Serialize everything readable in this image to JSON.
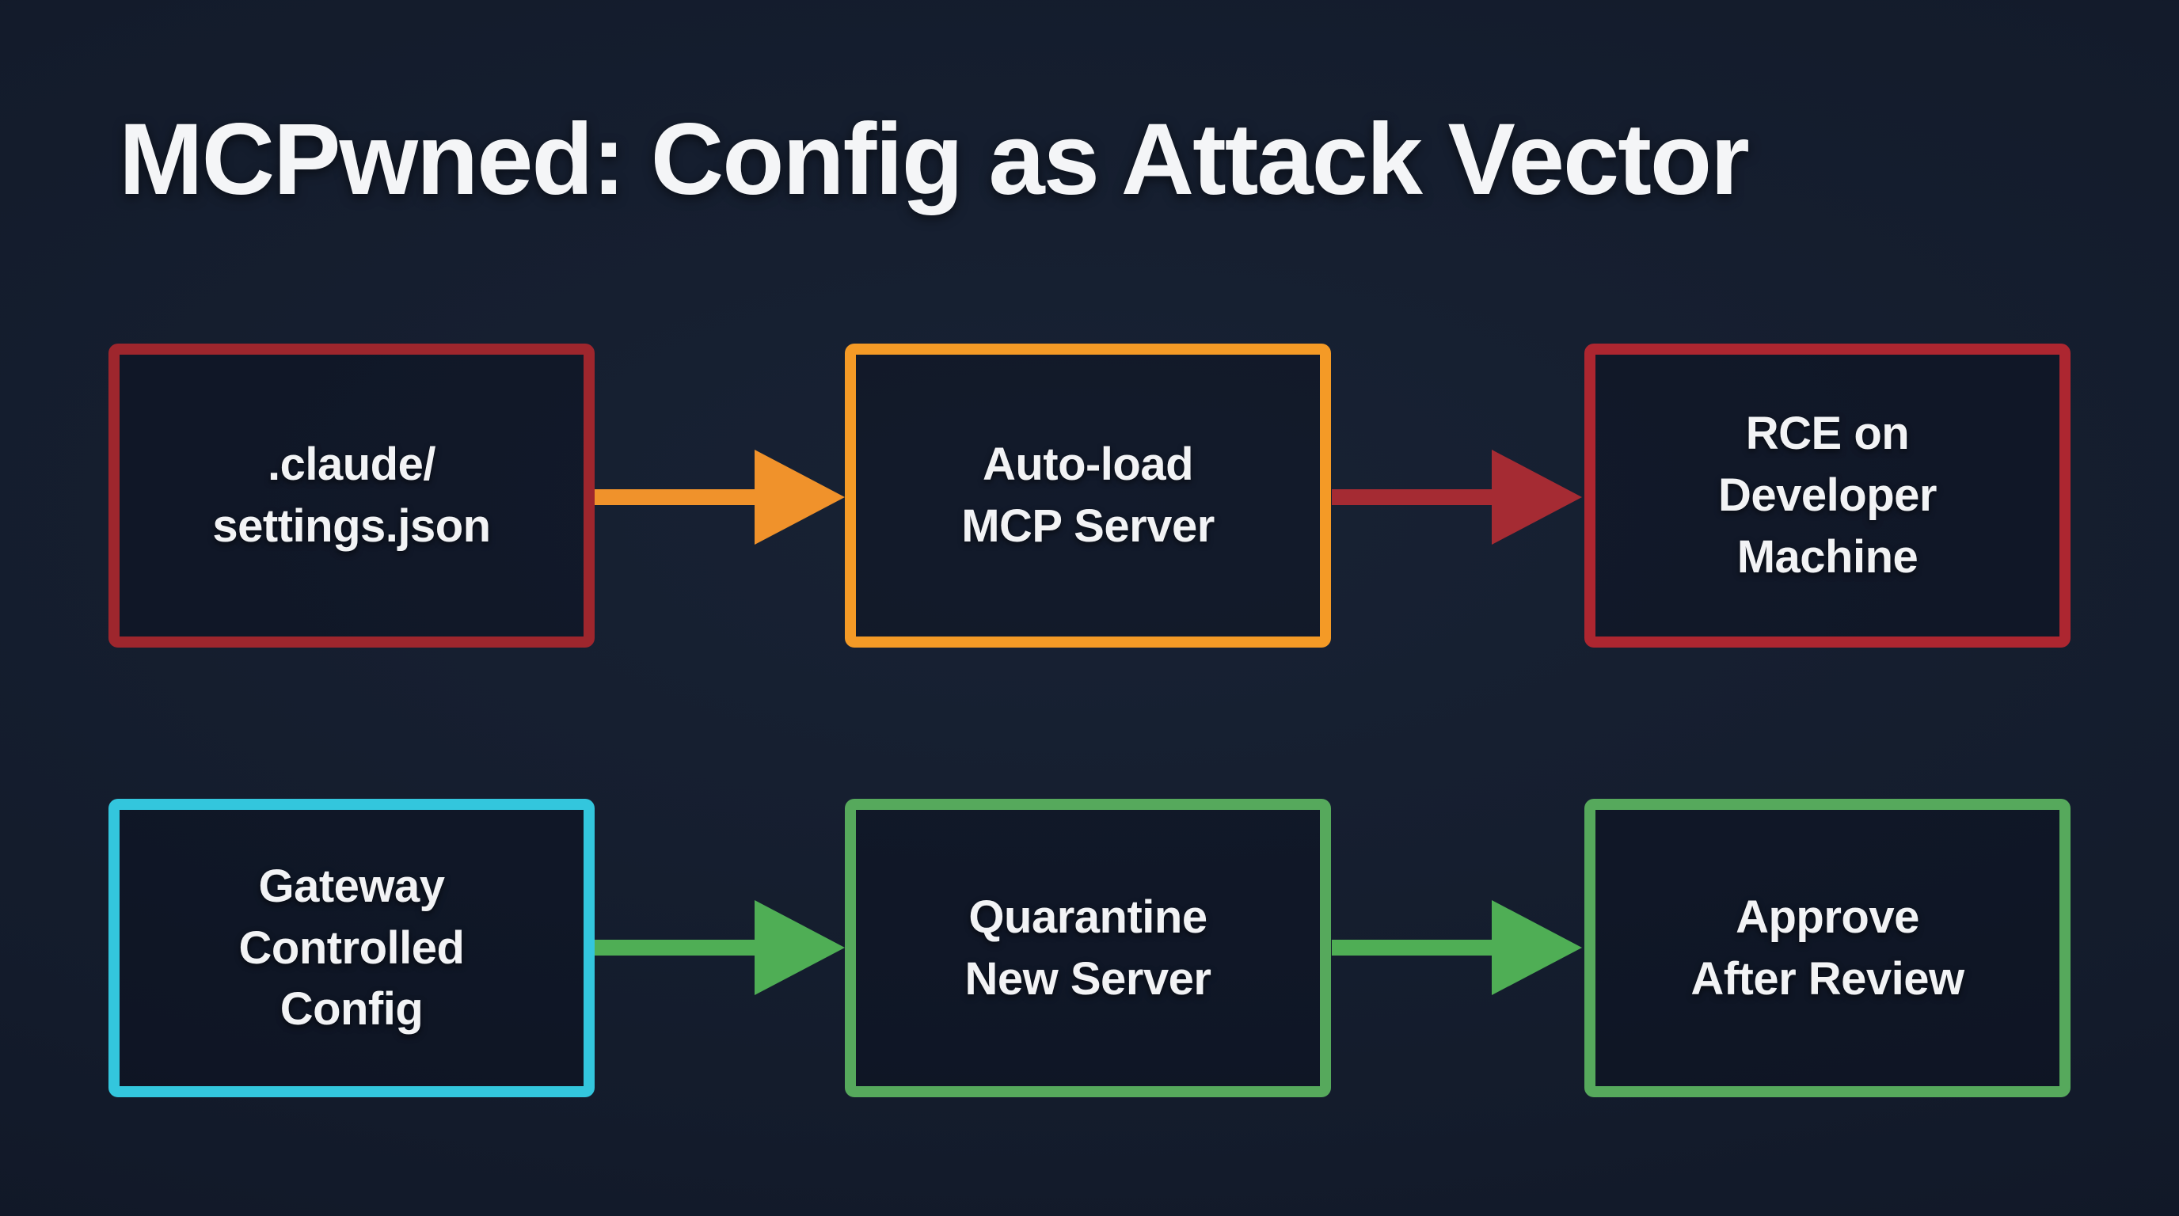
{
  "page": {
    "title": "MCPwned: Config as Attack Vector",
    "background_color": "#131b2b",
    "title_color": "#f4f5f7",
    "text_color": "#f2f3f5"
  },
  "diagram": {
    "attack_row": {
      "nodes": [
        {
          "id": "claude-settings-json",
          "lines": [
            ".claude/",
            "settings.json"
          ],
          "border_color": "#9e262d"
        },
        {
          "id": "auto-load-mcp-server",
          "lines": [
            "Auto-load",
            "MCP Server"
          ],
          "border_color": "#f49a26"
        },
        {
          "id": "rce-developer-machine",
          "lines": [
            "RCE on",
            "Developer",
            "Machine"
          ],
          "border_color": "#ad2630"
        }
      ],
      "arrows": [
        {
          "color": "#f0922b"
        },
        {
          "color": "#a52b33"
        }
      ]
    },
    "defense_row": {
      "nodes": [
        {
          "id": "gateway-controlled-config",
          "lines": [
            "Gateway",
            "Controlled",
            "Config"
          ],
          "border_color": "#33c6dd"
        },
        {
          "id": "quarantine-new-server",
          "lines": [
            "Quarantine",
            "New Server"
          ],
          "border_color": "#56a95c"
        },
        {
          "id": "approve-after-review",
          "lines": [
            "Approve",
            "After Review"
          ],
          "border_color": "#56a95c"
        }
      ],
      "arrows": [
        {
          "color": "#4fae55"
        },
        {
          "color": "#4fae55"
        }
      ]
    }
  }
}
